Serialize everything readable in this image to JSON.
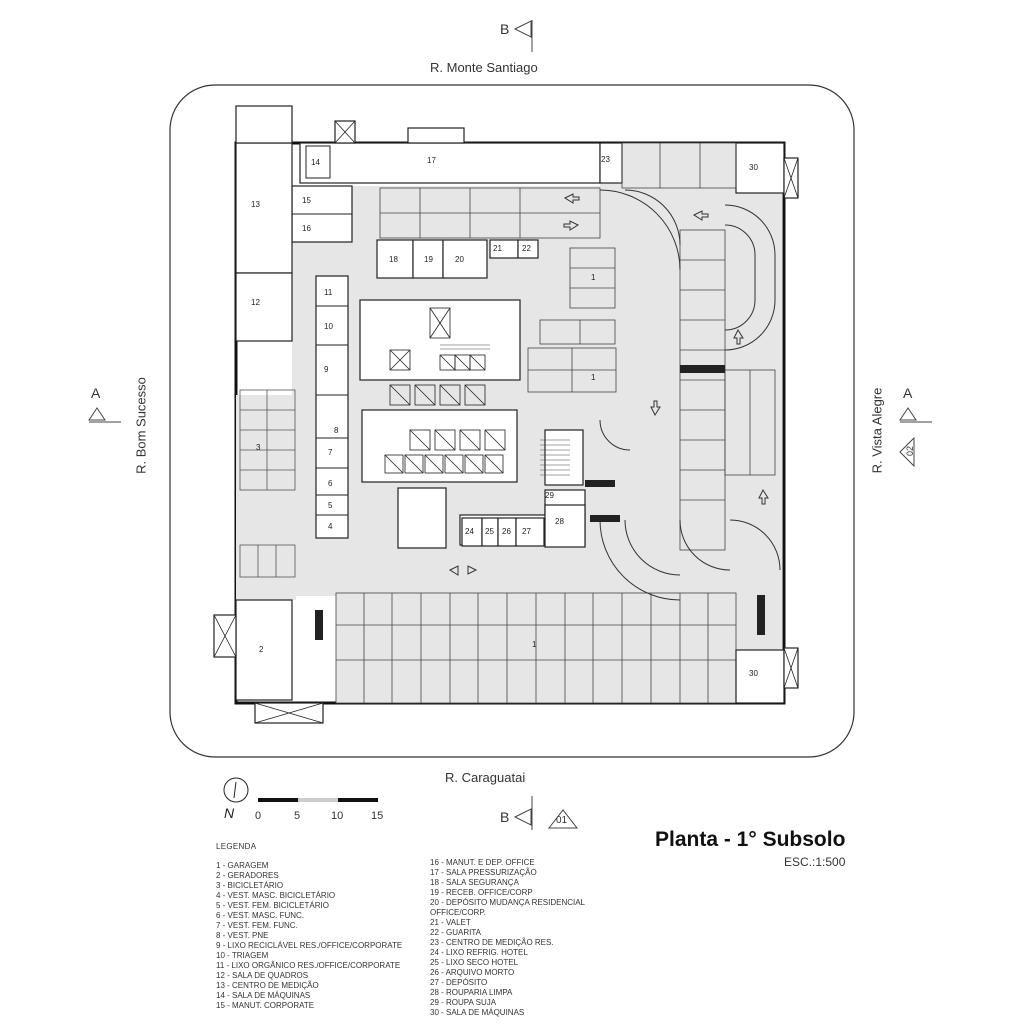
{
  "title": "Planta - 1° Subsolo",
  "scale_label": "ESC.:1:500",
  "streets": {
    "north": "R. Monte Santiago",
    "south": "R. Caraguatai",
    "west": "R. Bom Sucesso",
    "east": "R. Vista Alegre"
  },
  "section_marks": {
    "b_top": "B",
    "b_bottom": "B",
    "a_left": "A",
    "a_right": "A",
    "ref_bottom": "01",
    "ref_right": "02"
  },
  "north_arrow": {
    "letter": "N"
  },
  "scale_bar": {
    "ticks": [
      "0",
      "5",
      "10",
      "15"
    ]
  },
  "legend": {
    "title": "LEGENDA",
    "column1": [
      "1 - GARAGEM",
      "2 - GERADORES",
      "3 - BICICLETÁRIO",
      "4 - VEST. MASC. BICICLETÁRIO",
      "5 - VEST. FEM. BICICLETÁRIO",
      "6 - VEST. MASC. FUNC.",
      "7 - VEST. FEM. FUNC.",
      "8 - VEST. PNE",
      "9 - LIXO RECICLÁVEL RES./OFFICE/CORPORATE",
      "10 - TRIAGEM",
      "11 - LIXO ORGÂNICO RES./OFFICE/CORPORATE",
      "12 - SALA DE QUADROS",
      "13 - CENTRO DE MEDIÇÃO",
      "14 - SALA DE MÁQUINAS",
      "15 - MANUT. CORPORATE"
    ],
    "column2": [
      "16 - MANUT. E DEP. OFFICE",
      "17 - SALA PRESSURIZAÇÃO",
      "18 - SALA SEGURANÇA",
      "19 - RECEB. OFFICE/CORP",
      "20 - DEPÓSITO MUDANÇA RESIDENCIAL",
      "OFFICE/CORP.",
      "21 - VALET",
      "22 - GUARITA",
      "23 - CENTRO DE MEDIÇÃO RES.",
      "24 - LIXO REFRIG. HOTEL",
      "25 - LIXO SECO HOTEL",
      "26 - ARQUIVO MORTO",
      "27 - DEPÓSITO",
      "28 - ROUPARIA LIMPA",
      "29 - ROUPA SUJA",
      "30 - SALA DE MÁQUINAS"
    ]
  },
  "rooms": [
    "1",
    "1",
    "1",
    "2",
    "3",
    "4",
    "5",
    "6",
    "7",
    "8",
    "9",
    "10",
    "11",
    "12",
    "13",
    "14",
    "15",
    "16",
    "17",
    "18",
    "19",
    "20",
    "21",
    "22",
    "23",
    "24",
    "25",
    "26",
    "27",
    "28",
    "29",
    "30",
    "30"
  ]
}
